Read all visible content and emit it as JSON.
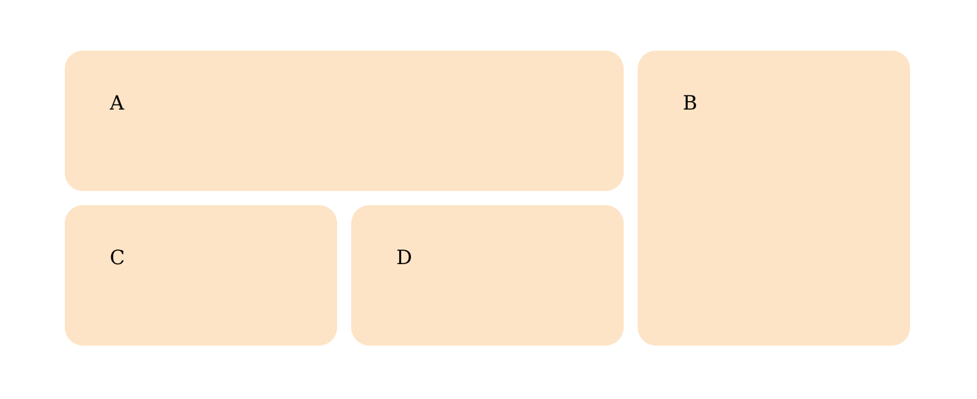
{
  "cells": {
    "a": {
      "label": "A"
    },
    "b": {
      "label": "B"
    },
    "c": {
      "label": "C"
    },
    "d": {
      "label": "D"
    }
  },
  "colors": {
    "cell_background": "#fde4c6",
    "page_background": "#ffffff",
    "text": "#000000"
  }
}
